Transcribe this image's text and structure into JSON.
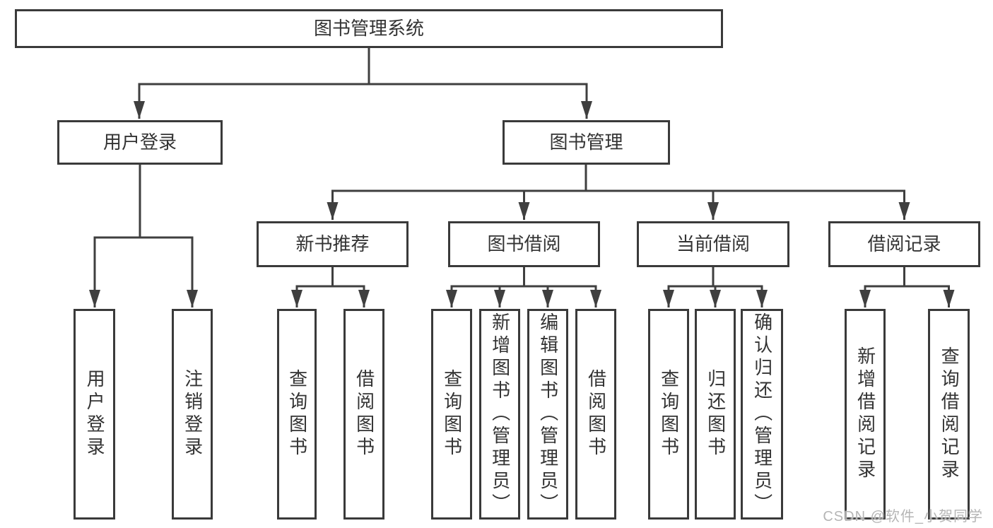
{
  "tree": {
    "root": {
      "label": "图书管理系统",
      "children": [
        {
          "label": "用户登录",
          "children": [
            {
              "label": "用户登录"
            },
            {
              "label": "注销登录"
            }
          ]
        },
        {
          "label": "图书管理",
          "children": [
            {
              "label": "新书推荐",
              "children": [
                {
                  "label": "查询图书"
                },
                {
                  "label": "借阅图书"
                }
              ]
            },
            {
              "label": "图书借阅",
              "children": [
                {
                  "label": "查询图书"
                },
                {
                  "label": "新增图书（管理员）"
                },
                {
                  "label": "编辑图书（管理员）"
                },
                {
                  "label": "借阅图书"
                }
              ]
            },
            {
              "label": "当前借阅",
              "children": [
                {
                  "label": "查询图书"
                },
                {
                  "label": "归还图书"
                },
                {
                  "label": "确认归还（管理员）"
                }
              ]
            },
            {
              "label": "借阅记录",
              "children": [
                {
                  "label": "新增借阅记录"
                },
                {
                  "label": "查询借阅记录"
                }
              ]
            }
          ]
        }
      ]
    }
  },
  "watermark": {
    "text": "CSDN @软件_小贺同学"
  },
  "colors": {
    "line": "#3f3f3f",
    "box_border": "#3a3a3a",
    "text": "#333333",
    "background": "#ffffff",
    "watermark": "#b5b5b5"
  }
}
